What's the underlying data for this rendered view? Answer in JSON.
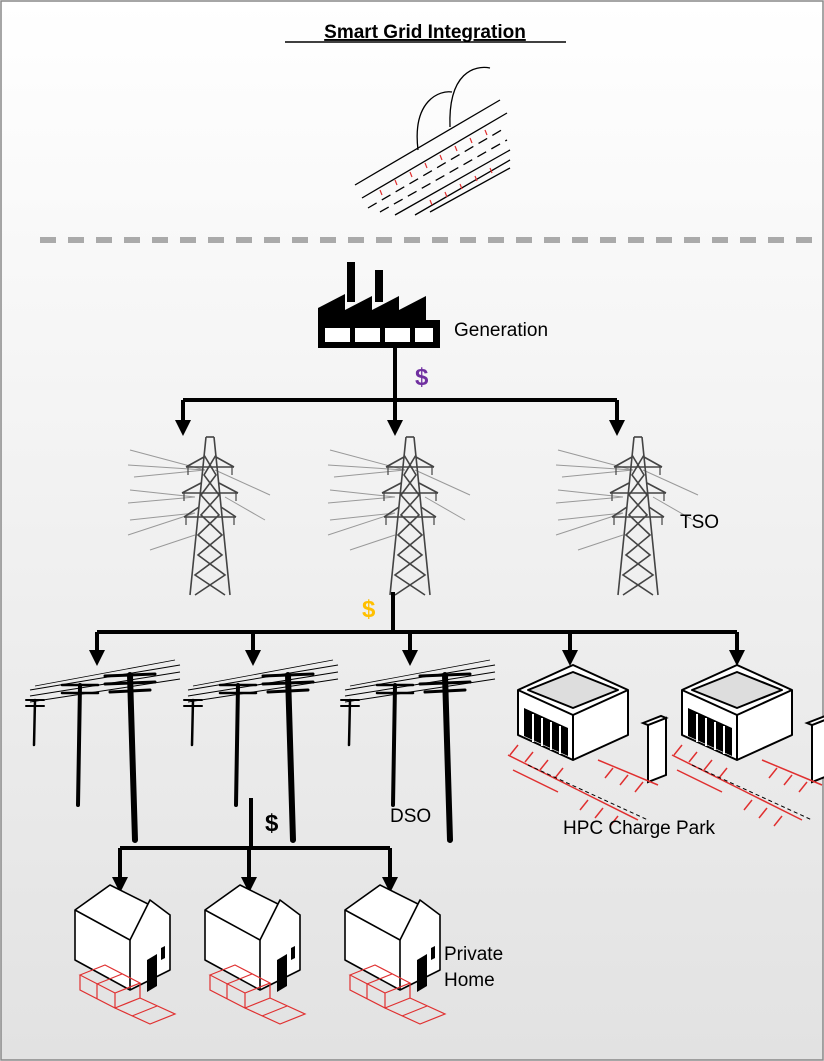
{
  "title": "Smart Grid Integration",
  "labels": {
    "generation": "Generation",
    "tso": "TSO",
    "dso": "DSO",
    "hpc": "HPC Charge Park",
    "home_line1": "Private",
    "home_line2": "Home"
  },
  "money": {
    "generation_to_tso": "$",
    "tso_to_dso": "$",
    "dso_to_home": "$"
  },
  "colors": {
    "money_generation": "#7030a0",
    "money_tso": "#ffc000",
    "money_dso": "#000000",
    "parking_lines": "#e03030",
    "panel_top": "#ffffff",
    "panel_bottom": "#e2e2e2",
    "dashed_divider": "#aaaaaa"
  },
  "icons": {
    "generation": "factory-icon",
    "tso": "transmission-tower-icon",
    "dso": "utility-pole-icon",
    "hpc": "charging-station-icon",
    "home": "house-icon",
    "overhead": "overhead-catenary-road-icon"
  }
}
